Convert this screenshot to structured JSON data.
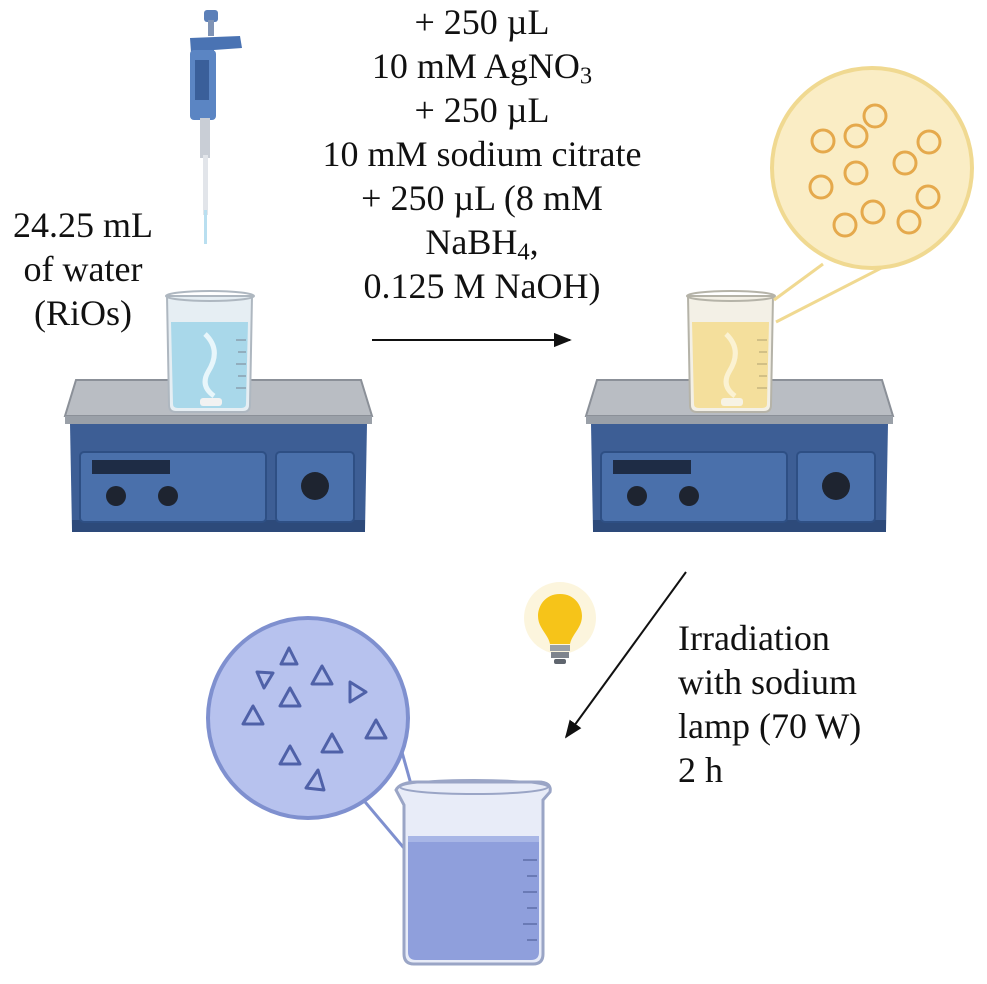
{
  "start_label": {
    "lines": [
      "24.25 mL",
      "of water",
      "(RiOs)"
    ]
  },
  "reagents": {
    "line1": "+ 250 µL",
    "line2_pre": "10 mM AgNO",
    "line2_sub": "3",
    "line3": "+ 250 µL",
    "line4": "10 mM sodium citrate",
    "line5": "+ 250 µL (8 mM",
    "line6_pre": "NaBH",
    "line6_sub": "4",
    "line6_post": ",",
    "line7": "0.125 M NaOH)"
  },
  "irradiation": {
    "lines": [
      "Irradiation",
      "with sodium",
      "lamp (70 W)",
      "2 h"
    ]
  },
  "colors": {
    "water": "#a9d8ea",
    "yellow_solution": "#f4df9c",
    "yellow_zoom": "#faedc5",
    "purple_solution": "#8f9fdc",
    "purple_zoom": "#b7c2ee",
    "stirrer_body": "#3e5f96",
    "stirrer_top": "#b4b8bf",
    "bulb": "#f6c419"
  },
  "icons": [
    "pipette-icon",
    "stirrer-icon",
    "beaker-icon",
    "bulb-icon",
    "sphere-nanoparticle-icon",
    "triangle-nanoprism-icon"
  ]
}
